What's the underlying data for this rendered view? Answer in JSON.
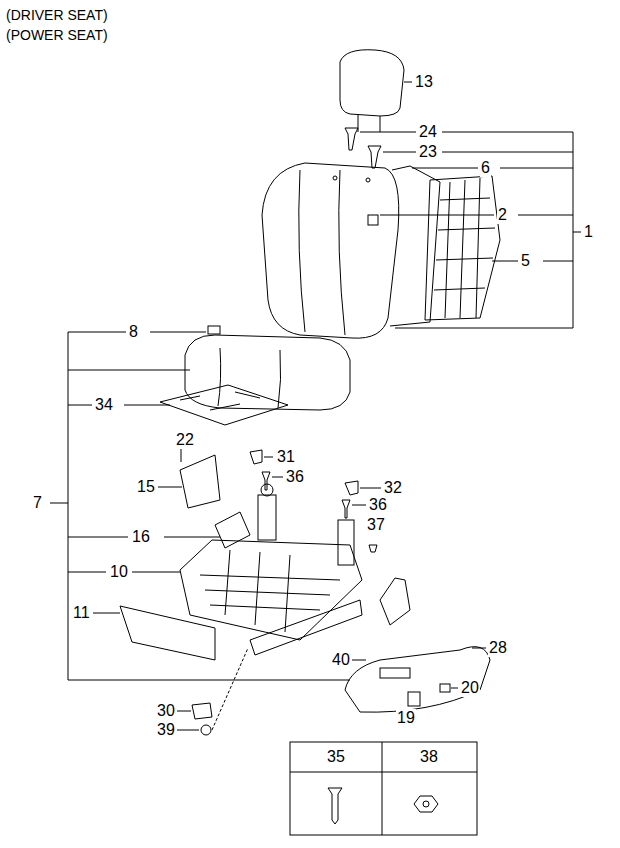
{
  "diagram": {
    "labels": [
      "(DRIVER SEAT)",
      "(POWER SEAT)",
      "13",
      "24",
      "23",
      "6",
      "2",
      "1",
      "5",
      "8",
      "34",
      "7",
      "22",
      "31",
      "15",
      "36",
      "32",
      "36",
      "37",
      "16",
      "10",
      "11",
      "28",
      "40",
      "20",
      "19",
      "30",
      "39",
      "35",
      "38"
    ]
  }
}
